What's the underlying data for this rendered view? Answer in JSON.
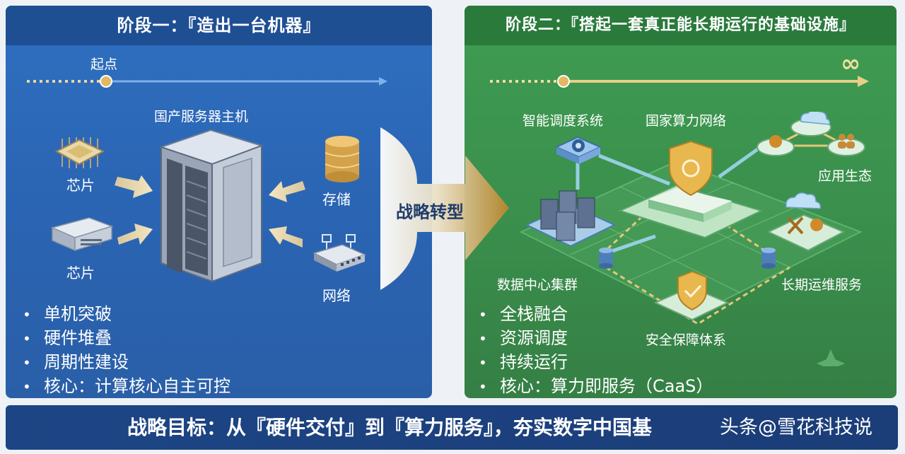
{
  "phase1": {
    "title": "阶段一：『造出一台机器』",
    "start_label": "起点",
    "server_label": "国产服务器主机",
    "chip_label_1": "芯片",
    "chip_label_2": "芯片",
    "storage_label": "存储",
    "network_label": "网络",
    "bullets": [
      "单机突破",
      "硬件堆叠",
      "周期性建设",
      "核心：计算核心自主可控"
    ]
  },
  "transition": {
    "label": "战略转型"
  },
  "phase2": {
    "title": "阶段二：『搭起一套真正能长期运行的基础设施』",
    "infinity": "∞",
    "nodes": {
      "scheduler": "智能调度系统",
      "national": "国家算力网络",
      "apps": "应用生态",
      "datacenter": "数据中心集群",
      "ops": "长期运维服务",
      "security": "安全保障体系"
    },
    "bullets": [
      "全栈融合",
      "资源调度",
      "持续运行",
      "核心：算力即服务（CaaS）"
    ]
  },
  "bottom": {
    "goal": "战略目标：从『硬件交付』到『算力服务』，夯实数字中国基",
    "watermark": "头条@雪花科技说"
  },
  "colors": {
    "left_bg": "#2f6fc0",
    "right_bg": "#3f9c52",
    "bottom_bg": "#1d4585",
    "accent_gold": "#d9b566"
  },
  "icons": [
    "chip-icon",
    "server-rack-icon",
    "database-icon",
    "network-switch-icon",
    "shield-icon",
    "cloud-icon",
    "gear-icon",
    "people-icon",
    "tools-icon",
    "infinity-icon"
  ]
}
